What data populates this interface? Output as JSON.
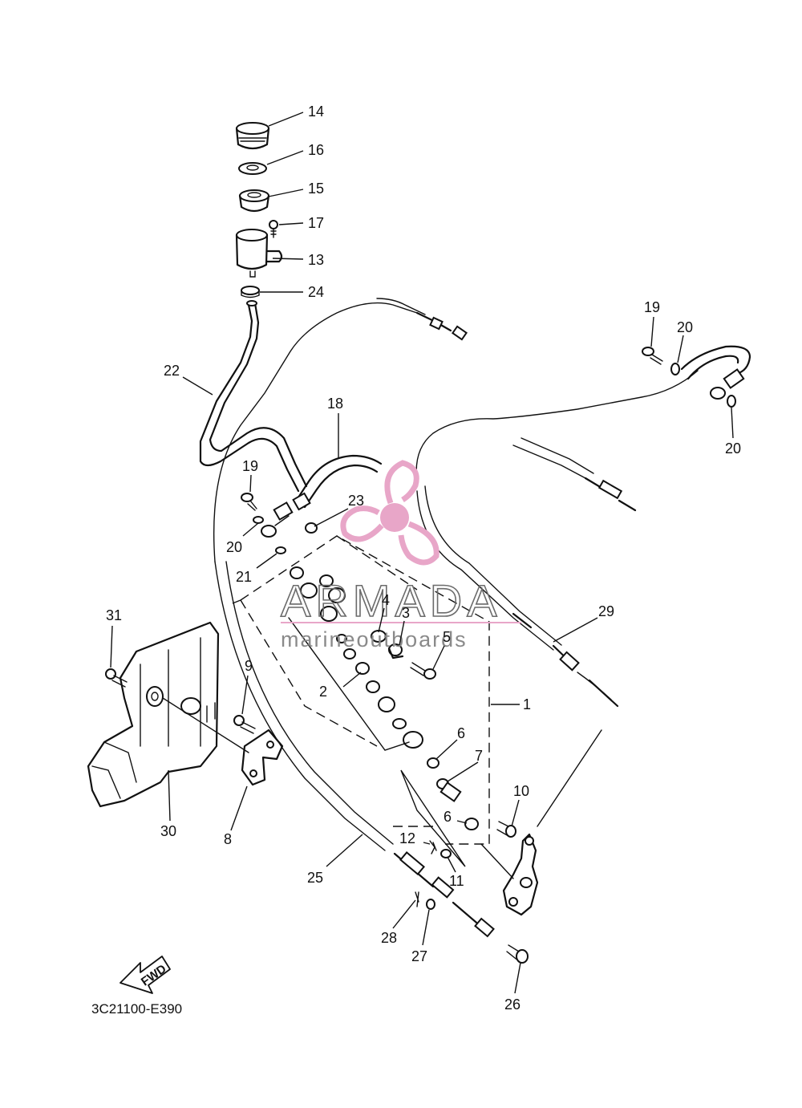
{
  "diagram_code": "3C21100-E390",
  "direction_label": "FWD",
  "watermark": {
    "brand": "ARMADA",
    "subtitle": "marineoutboards",
    "logo_icon": "propeller-logo-icon",
    "color": "#e8a6c8"
  },
  "callouts": {
    "c1": "1",
    "c2": "2",
    "c3": "3",
    "c4": "4",
    "c5": "5",
    "c6a": "6",
    "c6b": "6",
    "c7": "7",
    "c8": "8",
    "c9": "9",
    "c10": "10",
    "c11": "11",
    "c12": "12",
    "c13": "13",
    "c14": "14",
    "c15": "15",
    "c16": "16",
    "c17": "17",
    "c19a": "19",
    "c19b": "19",
    "c18": "18",
    "c20a": "20",
    "c20b": "20",
    "c20c": "20",
    "c21": "21",
    "c22": "22",
    "c23": "23",
    "c24": "24",
    "c25": "25",
    "c26": "26",
    "c27": "27",
    "c28": "28",
    "c29": "29",
    "c30": "30",
    "c31": "31"
  }
}
